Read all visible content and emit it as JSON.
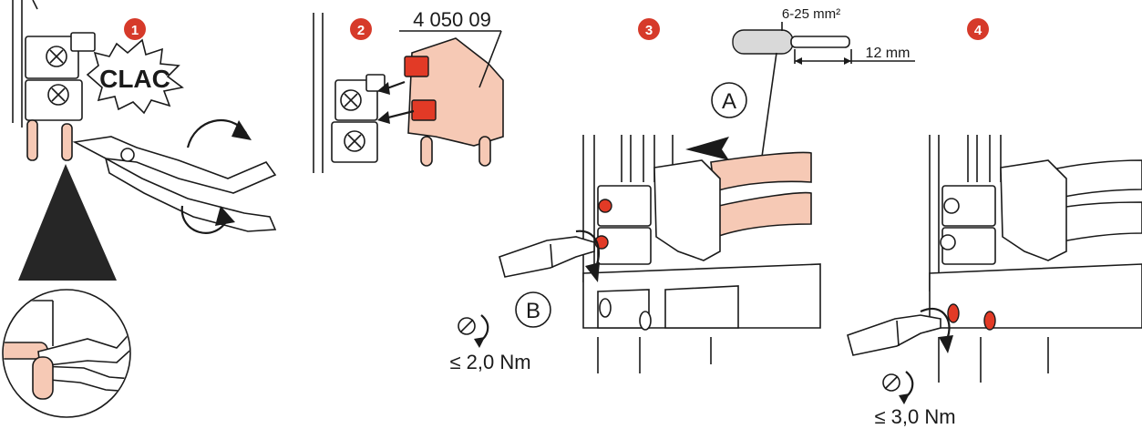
{
  "colors": {
    "badge": "#d63a2a",
    "terminal_red": "#e23a26",
    "cable_pink": "#f6c9b5",
    "outline": "#1a1a1a"
  },
  "steps": [
    {
      "number": "1"
    },
    {
      "number": "2",
      "part_ref": "4 050 09"
    },
    {
      "number": "3",
      "cable_section": "6-25 mm²",
      "strip_length": "12 mm",
      "label_a": "A",
      "label_b": "B",
      "torque": "≤ 2,0 Nm"
    },
    {
      "number": "4",
      "torque": "≤ 3,0 Nm"
    }
  ],
  "sound_effect": "CLAC"
}
